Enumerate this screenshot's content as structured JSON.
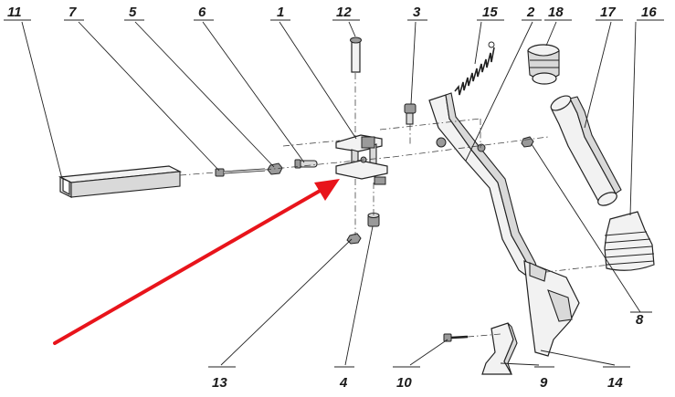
{
  "diagram": {
    "callouts": [
      "11",
      "7",
      "5",
      "6",
      "1",
      "12",
      "3",
      "15",
      "2",
      "18",
      "17",
      "16",
      "8",
      "13",
      "4",
      "10",
      "9",
      "14"
    ],
    "highlight_arrow_color": "#e8141b",
    "line_color": "#222222"
  }
}
